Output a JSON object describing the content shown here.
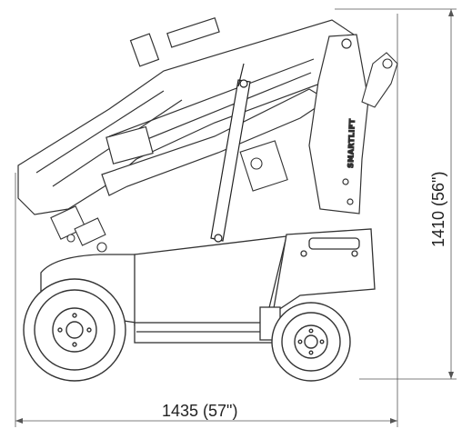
{
  "drawing": {
    "brand_label": "SMARTLIFT",
    "dimensions": {
      "width_label": "1435 (57\")",
      "height_label": "1410 (56\")"
    }
  }
}
